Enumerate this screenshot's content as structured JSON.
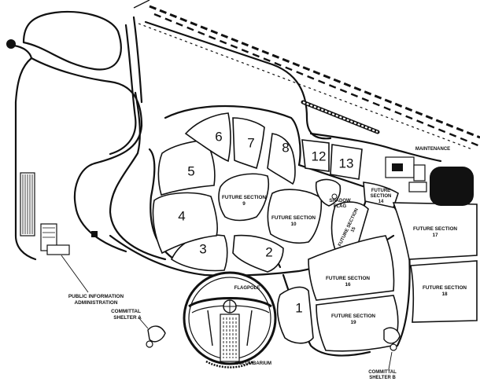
{
  "map": {
    "sections": [
      {
        "id": "1",
        "label": "1"
      },
      {
        "id": "2",
        "label": "2"
      },
      {
        "id": "3",
        "label": "3"
      },
      {
        "id": "4",
        "label": "4"
      },
      {
        "id": "5",
        "label": "5"
      },
      {
        "id": "6",
        "label": "6"
      },
      {
        "id": "7",
        "label": "7"
      },
      {
        "id": "8",
        "label": "8"
      },
      {
        "id": "12",
        "label": "12"
      },
      {
        "id": "13",
        "label": "13"
      }
    ],
    "future_sections": [
      {
        "id": "9",
        "title": "FUTURE SECTION",
        "number": "9"
      },
      {
        "id": "10",
        "title": "FUTURE SECTION",
        "number": "10"
      },
      {
        "id": "14",
        "title": "FUTURE",
        "subtitle": "SECTION",
        "number": "14"
      },
      {
        "id": "15",
        "title": "FUTURE SECTION",
        "number": "15"
      },
      {
        "id": "16",
        "title": "FUTURE SECTION",
        "number": "16"
      },
      {
        "id": "17",
        "title": "FUTURE SECTION",
        "number": "17"
      },
      {
        "id": "18",
        "title": "FUTURE SECTION",
        "number": "18"
      },
      {
        "id": "19",
        "title": "FUTURE SECTION",
        "number": "19"
      }
    ],
    "facilities": {
      "public_info": [
        "PUBLIC INFORMATION",
        "ADMINISTRATION"
      ],
      "shelter_a": [
        "COMMITTAL",
        "SHELTER A"
      ],
      "shelter_b": [
        "COMMITTAL",
        "SHELTER B"
      ],
      "flagpole": "FLAGPOLE",
      "columbarium": "COLUMBARIUM",
      "maintenance": "MAINTENANCE",
      "shadow_flag": [
        "SHADOW",
        "FLAG"
      ]
    },
    "colors": {
      "ink": "#111111",
      "paper": "#ffffff"
    }
  }
}
